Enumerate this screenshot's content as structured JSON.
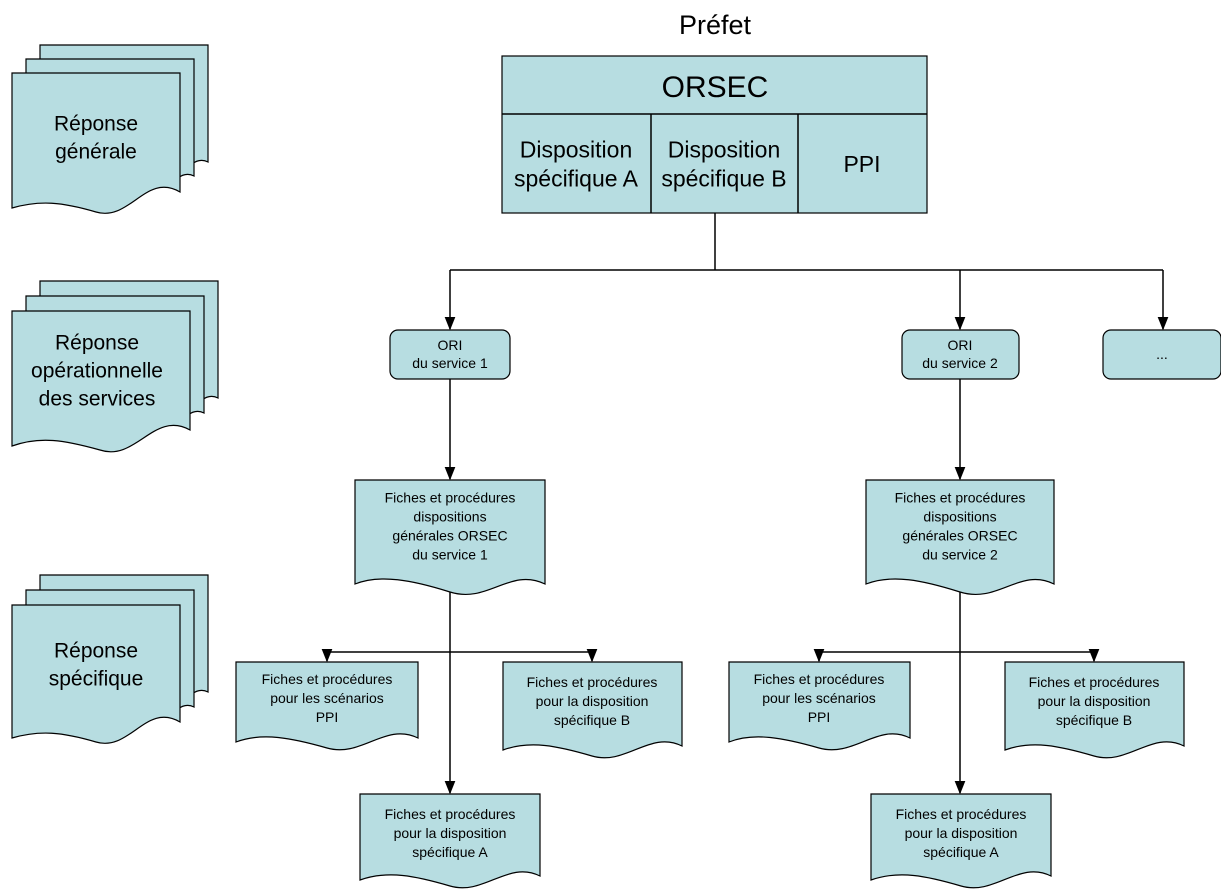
{
  "colors": {
    "box_fill": "#b7dde1",
    "stroke": "#000000",
    "background": "#ffffff"
  },
  "header": {
    "authority": "Préfet"
  },
  "orsec": {
    "title": "ORSEC",
    "cells": [
      [
        "Disposition",
        "spécifique A"
      ],
      [
        "Disposition",
        "spécifique B"
      ],
      [
        "PPI"
      ]
    ]
  },
  "legend": {
    "levels": [
      {
        "lines": [
          "Réponse",
          "générale"
        ]
      },
      {
        "lines": [
          "Réponse",
          "opérationnelle",
          "des services"
        ]
      },
      {
        "lines": [
          "Réponse",
          "spécifique"
        ]
      }
    ]
  },
  "services": [
    {
      "ori": [
        "ORI",
        "du service 1"
      ],
      "general_sheets": [
        "Fiches et procédures",
        "dispositions",
        "générales ORSEC",
        "du service 1"
      ],
      "ppi_sheets": [
        "Fiches et procédures",
        "pour les scénarios",
        "PPI"
      ],
      "disp_b_sheets": [
        "Fiches et procédures",
        "pour la disposition",
        "spécifique B"
      ],
      "disp_a_sheets": [
        "Fiches et procédures",
        "pour la disposition",
        "spécifique A"
      ]
    },
    {
      "ori": [
        "ORI",
        "du service 2"
      ],
      "general_sheets": [
        "Fiches et procédures",
        "dispositions",
        "générales ORSEC",
        "du service 2"
      ],
      "ppi_sheets": [
        "Fiches et procédures",
        "pour les scénarios",
        "PPI"
      ],
      "disp_b_sheets": [
        "Fiches et procédures",
        "pour la disposition",
        "spécifique B"
      ],
      "disp_a_sheets": [
        "Fiches et procédures",
        "pour la disposition",
        "spécifique A"
      ]
    }
  ],
  "other_service": {
    "label": "..."
  }
}
